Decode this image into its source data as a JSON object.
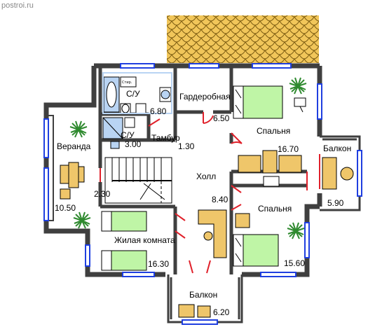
{
  "watermark": "postroi.ru",
  "rooms": {
    "bath1": {
      "label": "С/У",
      "area": "6.80"
    },
    "bath2": {
      "label": "С/У",
      "area": "3.00"
    },
    "wardrobe": {
      "label": "Гардеробная",
      "area": "6.50"
    },
    "vestibule": {
      "label": "Тамбур",
      "area": "1.30"
    },
    "bedroom1": {
      "label": "Спальня",
      "area": "16.70"
    },
    "veranda": {
      "label": "Веранда",
      "area": "10.50"
    },
    "stairs": {
      "area": "2.30"
    },
    "hall": {
      "label": "Холл",
      "area": "8.40"
    },
    "balcony_right": {
      "label": "Балкон",
      "area": "5.90"
    },
    "bedroom2": {
      "label": "Спальня",
      "area": "15.60"
    },
    "living": {
      "label": "Жилая комната",
      "area": "16.30"
    },
    "balcony_bottom": {
      "label": "Балкон",
      "area": "6.20"
    }
  },
  "fixtures": {
    "boiler_label": "Стир."
  },
  "colors": {
    "wall": "#3f3f3f",
    "window": "#1f3fe0",
    "door": "#e0202a",
    "bath_fill": "#b9d4f3",
    "bed_fill": "#bff5a6",
    "furniture": "#efc66a",
    "roof": "#f1c65a",
    "plant": "#2f8a2f"
  }
}
